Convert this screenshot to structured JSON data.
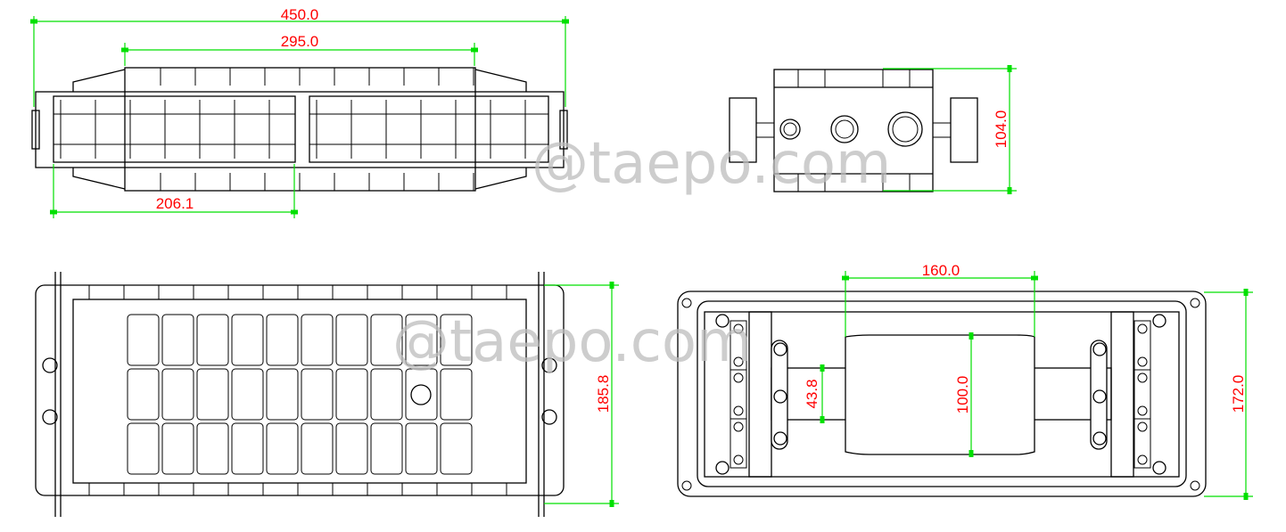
{
  "drawing": {
    "colors": {
      "outline": "#000000",
      "dimension_line": "#00e000",
      "dimension_text": "#ff0000",
      "watermark": "#bdbdbd"
    },
    "watermark": "@taepo.com",
    "views": {
      "side_view": {
        "dims": {
          "overall_length": "450.0",
          "flange_length": "295.0",
          "half_length": "206.1"
        }
      },
      "end_view": {
        "dims": {
          "height": "104.0"
        }
      },
      "top_view": {
        "dims": {
          "width": "185.8"
        }
      },
      "inner_view": {
        "dims": {
          "tray_width": "160.0",
          "tray_height": "100.0",
          "bracket_height": "43.8",
          "inner_height": "172.0"
        }
      }
    }
  }
}
